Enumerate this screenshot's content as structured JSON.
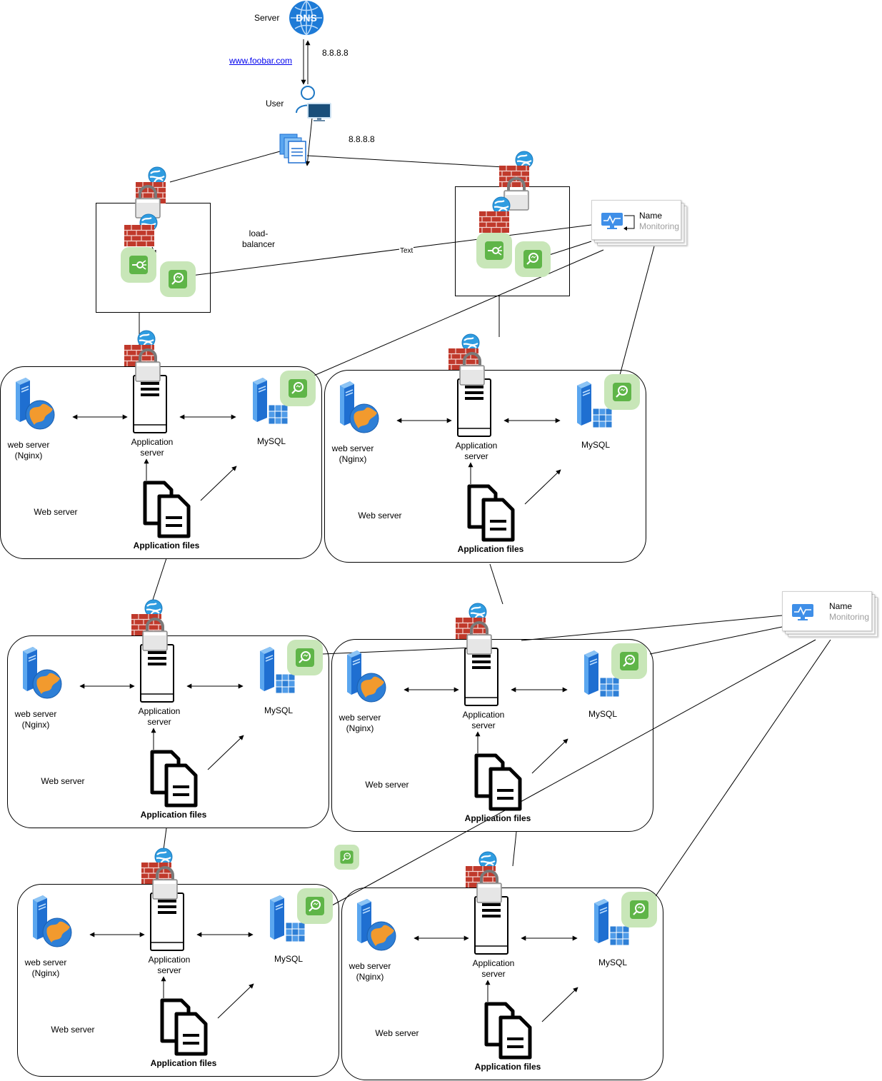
{
  "top": {
    "server_label": "Server",
    "dns_text": "DNS",
    "domain_link": "www.foobar.com",
    "ip_1": "8.8.8.8",
    "ip_2": "8.8.8.8",
    "user_label": "User"
  },
  "load_balancer": {
    "label": "load-\nbalancer",
    "edge_text": "Text"
  },
  "monitoring": [
    {
      "title": "Name",
      "subtitle": "Monitoring"
    },
    {
      "title": "Name",
      "subtitle": "Monitoring"
    }
  ],
  "server_box": {
    "web_server_label": "web server (Nginx)",
    "app_server_label": "Application server",
    "mysql_label": "MySQL",
    "box_label": "Web server",
    "files_label": "Application files"
  },
  "icons": {
    "dns": "dns-globe-icon",
    "user": "user-icon",
    "computer": "computer-monitor-icon",
    "documents": "documents-icon",
    "firewall": "brick-firewall-icon",
    "lock": "padlock-icon",
    "globe": "globe-network-icon",
    "load_balancer": "load-balancer-icon",
    "monitor_agent": "monitoring-agent-icon",
    "web_server": "web-server-globe-icon",
    "app_server": "application-server-icon",
    "database": "mysql-database-icon",
    "files": "application-files-icon"
  },
  "colors": {
    "dns_blue": "#1e7bd7",
    "brick_red": "#c0392b",
    "agent_green": "#6abf4b",
    "agent_bg": "#c8e6b8",
    "server_blue": "#1f6fd1",
    "link_blue": "#0000ee"
  }
}
